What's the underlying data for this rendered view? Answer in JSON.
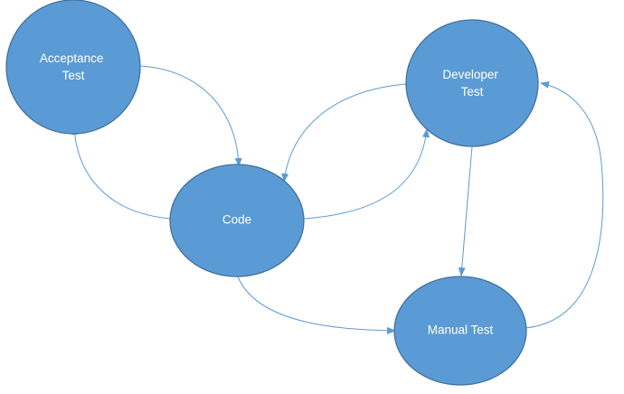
{
  "colors": {
    "node_fill": "#5b9bd5",
    "node_stroke": "#41719c",
    "edge": "#5b9bd5",
    "label": "#ffffff"
  },
  "nodes": {
    "acceptance": {
      "line1": "Acceptance",
      "line2": "Test"
    },
    "code": {
      "label": "Code"
    },
    "developer": {
      "line1": "Developer",
      "line2": "Test"
    },
    "manual": {
      "label": "Manual Test"
    }
  }
}
